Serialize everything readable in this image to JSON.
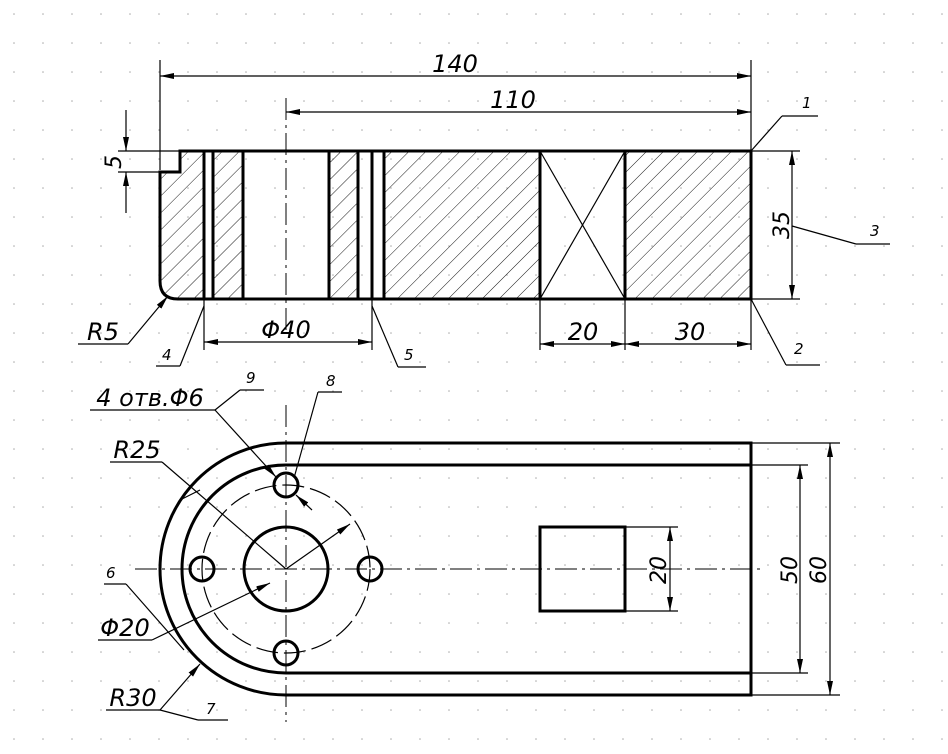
{
  "dimensions": {
    "overall_length": "140",
    "length_110": "110",
    "step_5": "5",
    "height_35": "35",
    "fillet_r5": "R5",
    "bore_d40": "Φ40",
    "slot_20": "20",
    "end_30": "30",
    "holes": "4 отв.Φ6",
    "radius_r25": "R25",
    "diameter_d20": "Φ20",
    "radius_r30": "R30",
    "square_20": "20",
    "width_50": "50",
    "width_60": "60"
  },
  "callouts": [
    "1",
    "2",
    "3",
    "4",
    "5",
    "6",
    "7",
    "8",
    "9"
  ]
}
